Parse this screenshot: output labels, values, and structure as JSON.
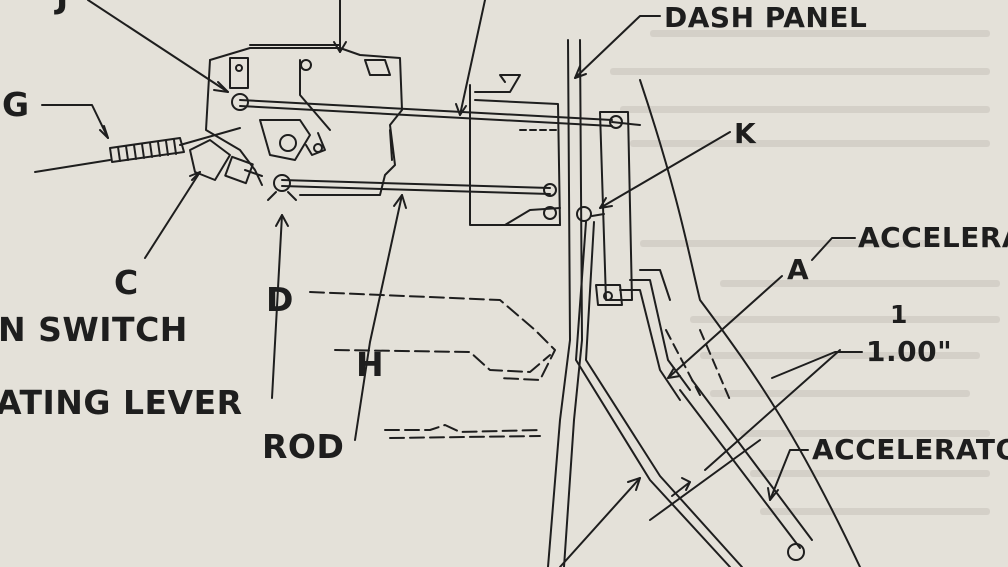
{
  "labels": {
    "j": "J",
    "g": "G",
    "c": "C",
    "d": "D",
    "h": "H",
    "k": "K",
    "a": "A",
    "dash_panel": "DASH PANEL",
    "accelerator_top": "ACCELERA",
    "one": "1",
    "dim": "1.00\"",
    "accelerator_bottom": "ACCELERATO",
    "switch": "N SWITCH",
    "lever": "ATING LEVER",
    "rod": "ROD"
  },
  "colors": {
    "paper": "#e4e1d9",
    "ink": "#1e1e1e"
  }
}
